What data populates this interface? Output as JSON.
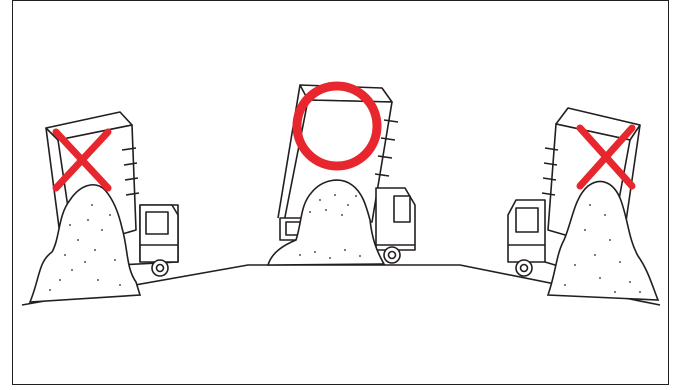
{
  "figure": {
    "panels": [
      {
        "id": "left",
        "verdict": "incorrect",
        "mark": "cross-icon",
        "mark_color": "#e8262d"
      },
      {
        "id": "center",
        "verdict": "correct",
        "mark": "circle-icon",
        "mark_color": "#e8262d"
      },
      {
        "id": "right",
        "verdict": "incorrect",
        "mark": "cross-icon",
        "mark_color": "#e8262d"
      }
    ],
    "colors": {
      "line": "#231f20",
      "background": "#ffffff",
      "mark": "#e8262d"
    }
  }
}
